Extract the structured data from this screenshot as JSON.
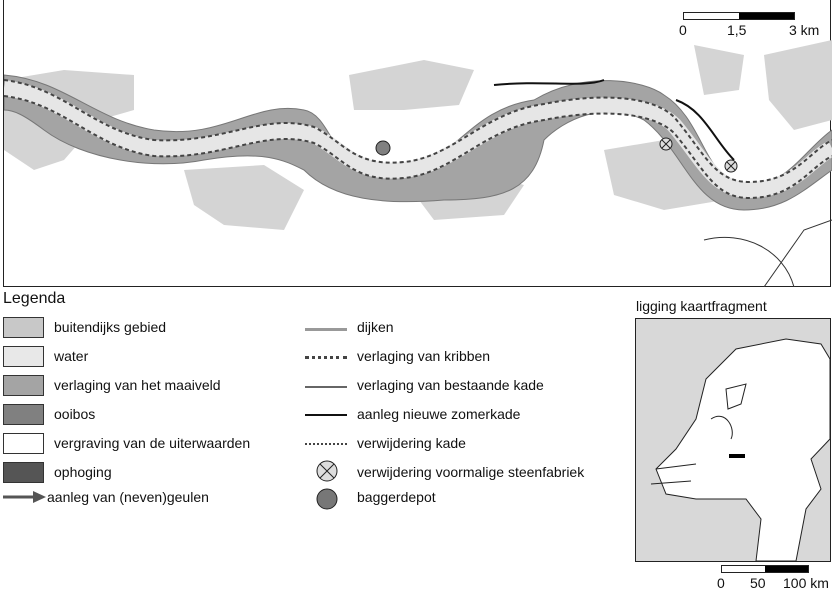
{
  "map": {
    "scale": {
      "labels": [
        "0",
        "1,5",
        "3 km"
      ]
    },
    "colors": {
      "buitendijks": "#c8c8c8",
      "water": "#e6e6e6",
      "maaiveld": "#a4a4a4",
      "ooibos": "#808080",
      "ophoging": "#555555"
    }
  },
  "legend": {
    "title": "Legenda",
    "areas": [
      {
        "label": "buitendijks gebied",
        "color": "#c8c8c8"
      },
      {
        "label": "water",
        "color": "#e8e8e8"
      },
      {
        "label": "verlaging van het maaiveld",
        "color": "#a4a4a4"
      },
      {
        "label": "ooibos",
        "color": "#808080"
      },
      {
        "label": "vergraving van de uiterwaarden",
        "color": "#ffffff"
      },
      {
        "label": "ophoging",
        "color": "#555555"
      }
    ],
    "arrow": {
      "label": "aanleg van (neven)geulen"
    },
    "lines": [
      {
        "label": "dijken"
      },
      {
        "label": "verlaging van kribben"
      },
      {
        "label": "verlaging van bestaande kade"
      },
      {
        "label": "aanleg nieuwe zomerkade"
      },
      {
        "label": "verwijdering kade"
      }
    ],
    "symbols": [
      {
        "label": "verwijdering voormalige steenfabriek"
      },
      {
        "label": "baggerdepot"
      }
    ]
  },
  "inset": {
    "title": "ligging kaartfragment",
    "scale": {
      "labels": [
        "0",
        "50",
        "100 km"
      ]
    }
  }
}
